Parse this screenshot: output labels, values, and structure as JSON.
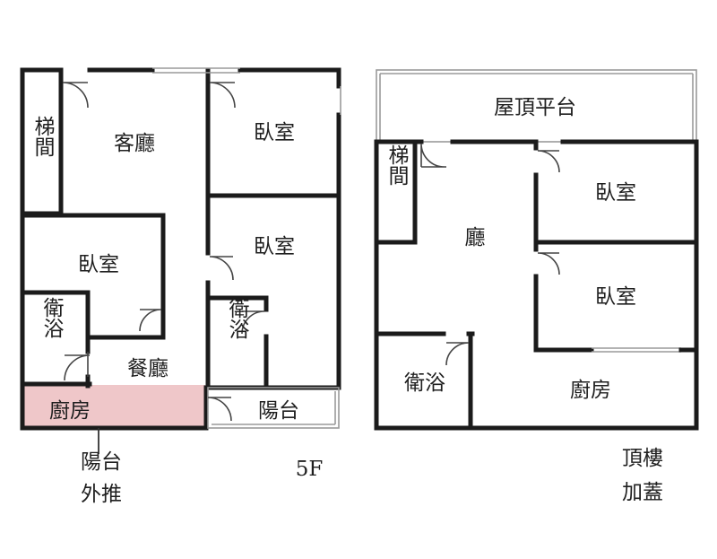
{
  "plan_5f": {
    "floor_label": "5F",
    "stair": "梯間",
    "living": "客廳",
    "bedroom_top": "臥室",
    "bedroom_mid_right": "臥室",
    "bedroom_left": "臥室",
    "bath_left": "衛浴",
    "bath_right": "衛浴",
    "dining": "餐廳",
    "kitchen": "廚房",
    "balcony": "陽台",
    "annotation": [
      "陽台",
      "外推"
    ],
    "highlight_color": "#efc7c9"
  },
  "plan_roof": {
    "floor_label": [
      "頂樓",
      "加蓋"
    ],
    "roof_terrace": "屋頂平台",
    "stair": "梯間",
    "hall": "廳",
    "bedroom_top": "臥室",
    "bedroom_bottom": "臥室",
    "bath": "衛浴",
    "kitchen": "廚房"
  }
}
